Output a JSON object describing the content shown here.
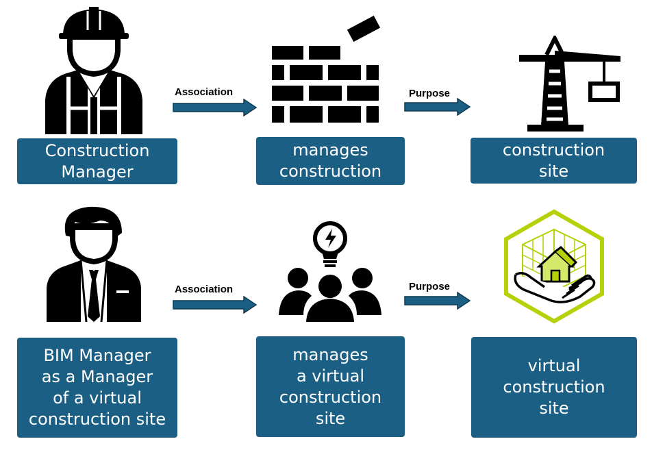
{
  "colors": {
    "box_fill": "#1b5f84",
    "box_text": "#ffffff",
    "arrow_fill": "#1b5f84",
    "arrow_stroke": "#0f3a52",
    "bim_icon_accent": "#b6d10a",
    "icon_fill": "#000000"
  },
  "icons": [
    "construction-worker-icon",
    "brick-wall-icon",
    "tower-crane-icon",
    "business-manager-icon",
    "team-idea-icon",
    "bim-house-icon"
  ],
  "row1": {
    "role": {
      "line1": "Construction",
      "line2": "Manager"
    },
    "arrow1_label": "Association",
    "action": {
      "line1": "manages",
      "line2": "construction"
    },
    "arrow2_label": "Purpose",
    "target": {
      "line1": "construction",
      "line2": "site"
    }
  },
  "row2": {
    "role": {
      "line1": "BIM Manager",
      "line2": "as a Manager",
      "line3": "of a virtual",
      "line4": "construction  site"
    },
    "arrow1_label": "Association",
    "action": {
      "line1": "manages",
      "line2": "a virtual",
      "line3": "construction",
      "line4": "site"
    },
    "arrow2_label": "Purpose",
    "target": {
      "line1": "virtual",
      "line2": "construction",
      "line3": "site"
    }
  }
}
